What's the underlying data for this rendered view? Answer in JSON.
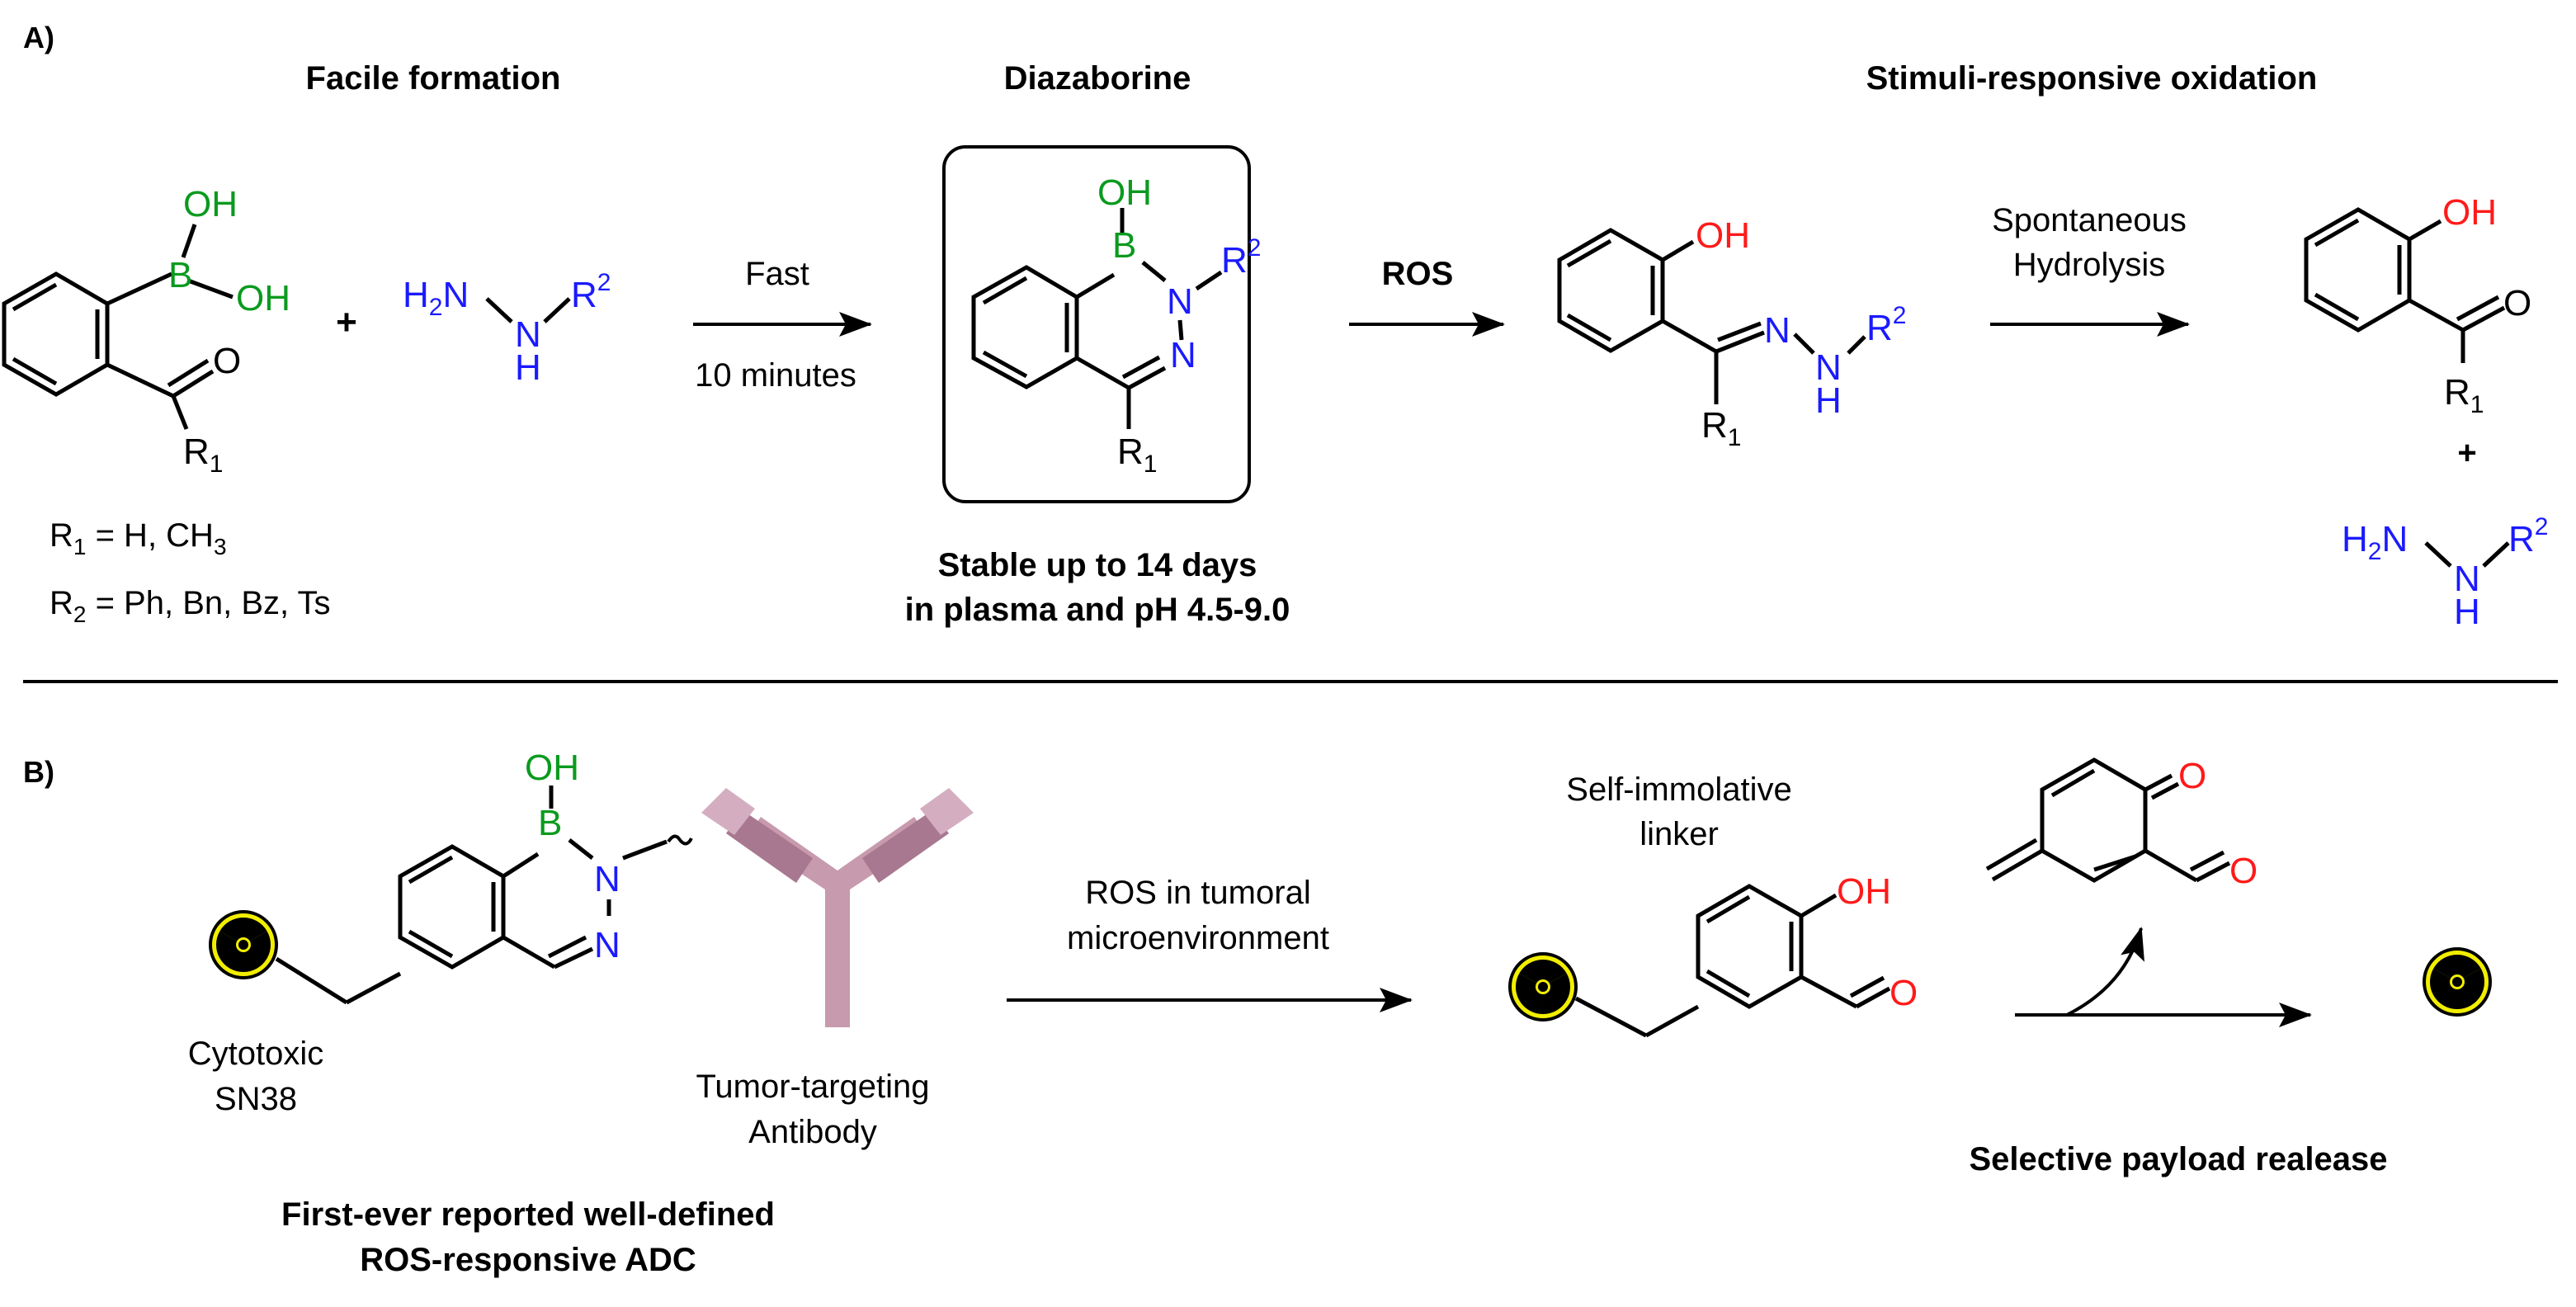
{
  "colors": {
    "boron": "#0a9a1e",
    "amine": "#1a1aff",
    "oxygen": "#ff1a1a",
    "antibody": "#c79aad",
    "antibody_dark": "#a87890",
    "radiation_yellow": "#f2ee00",
    "black": "#000000"
  },
  "panel_a": {
    "label": "A)",
    "header_left": "Facile formation",
    "header_mid": "Diazaborine",
    "header_right": "Stimuli-responsive oxidation",
    "arrow1_top": "Fast",
    "arrow1_bottom": "10 minutes",
    "arrow2_label": "ROS",
    "arrow3_top": "Spontaneous",
    "arrow3_bottom": "Hydrolysis",
    "r1_def": [
      "R",
      "1",
      " = H, CH",
      "3"
    ],
    "r2_def": [
      "R",
      "2",
      " = Ph, Bn, Bz, Ts"
    ],
    "stable_line1": "Stable up to 14 days",
    "stable_line2": "in plasma and pH 4.5-9.0",
    "plus": "+"
  },
  "atoms": {
    "OH": "OH",
    "B": "B",
    "N": "N",
    "H": "H",
    "O": "O",
    "H2N": "H2N",
    "R": "R",
    "sub1": "1",
    "sup2": "2",
    "H2": "H",
    "two": "2"
  },
  "panel_b": {
    "label": "B)",
    "cytotoxic_1": "Cytotoxic",
    "cytotoxic_2": "SN38",
    "antibody_1": "Tumor-targeting",
    "antibody_2": "Antibody",
    "first_line1": "First-ever reported well-defined",
    "first_line2": "ROS-responsive ADC",
    "arrow_top1": "ROS in tumoral",
    "arrow_top2": "microenvironment",
    "linker_1": "Self-immolative",
    "linker_2": "linker",
    "release": "Selective payload realease"
  },
  "icons": [
    "radiation-icon",
    "antibody-icon"
  ]
}
